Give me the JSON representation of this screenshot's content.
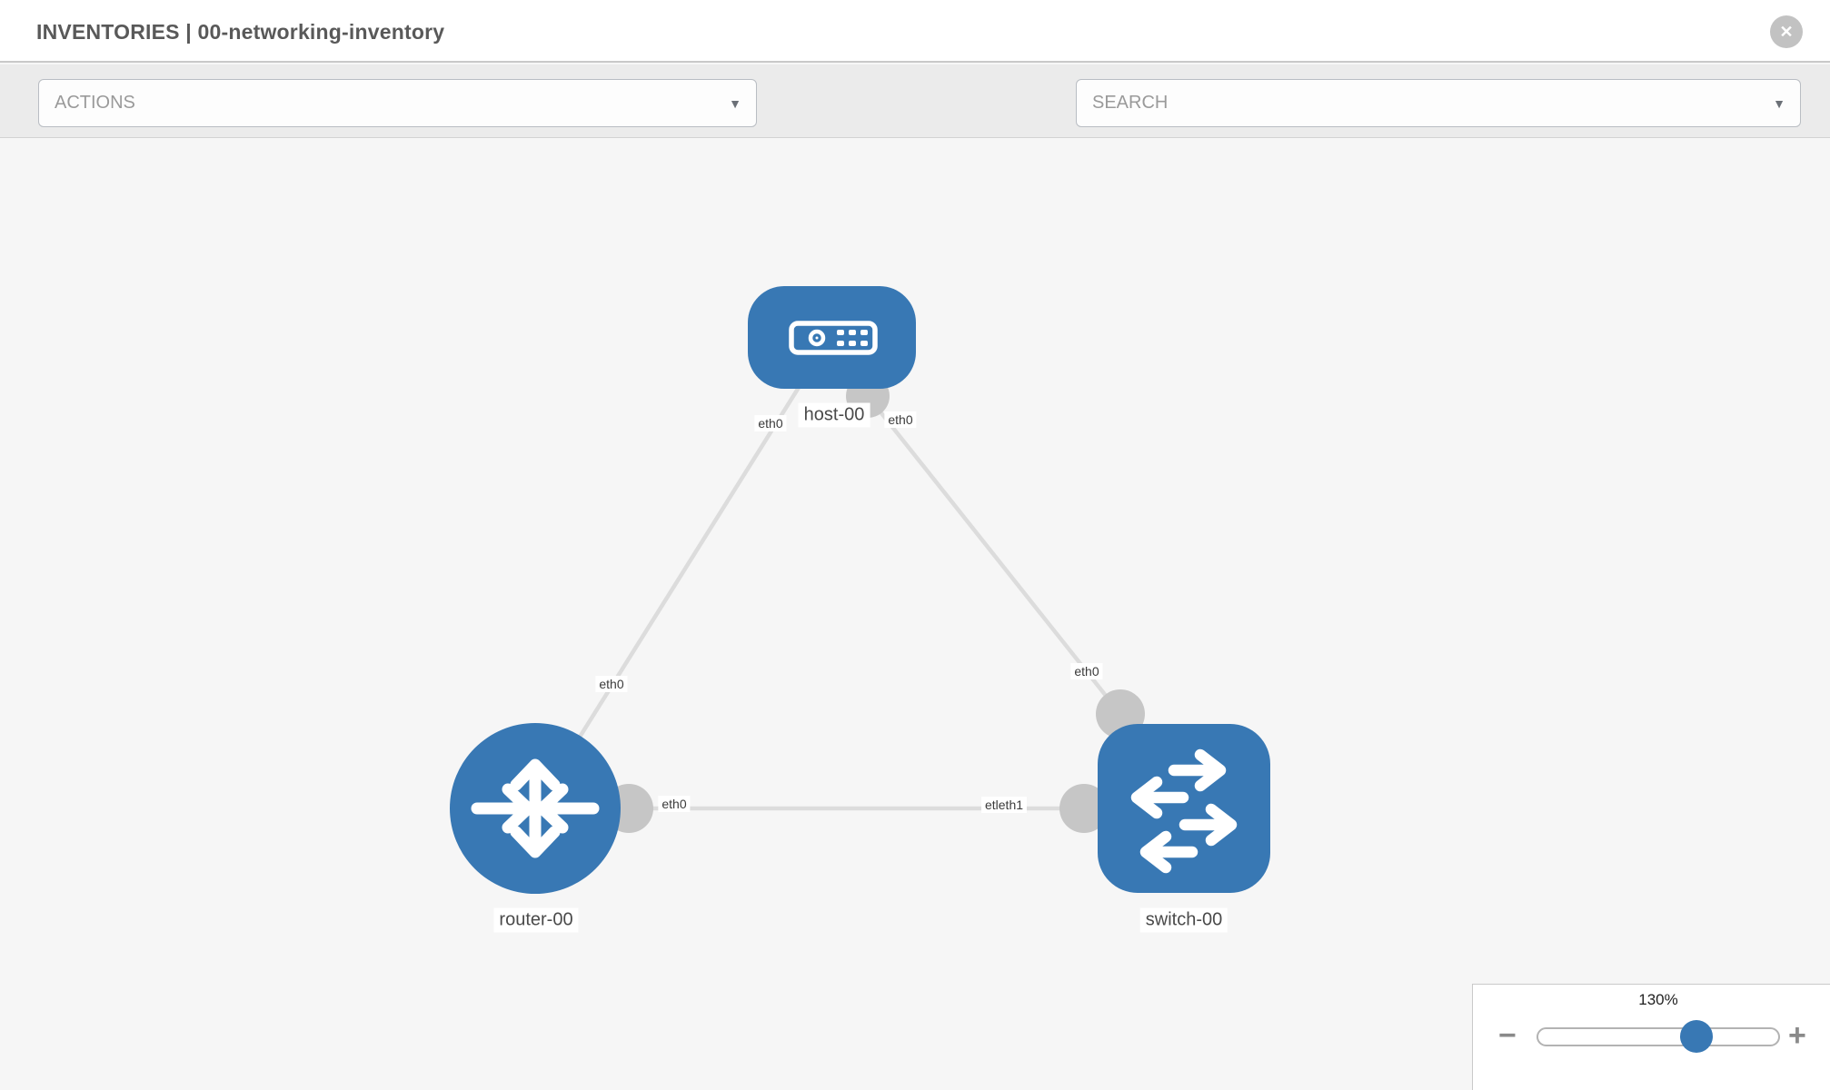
{
  "header": {
    "title": "INVENTORIES | 00-networking-inventory"
  },
  "toolbar": {
    "actions_placeholder": "ACTIONS",
    "search_placeholder": "SEARCH"
  },
  "icons": {
    "close_glyph": "✕",
    "caret_glyph": "▼"
  },
  "topology": {
    "nodes": [
      {
        "label": "host-00",
        "type": "host"
      },
      {
        "label": "router-00",
        "type": "router"
      },
      {
        "label": "switch-00",
        "type": "switch"
      }
    ],
    "links": [
      {
        "from": "host-00",
        "from_interface": "eth0",
        "to": "router-00",
        "to_interface": "eth0"
      },
      {
        "from": "host-00",
        "from_interface": "eth0",
        "to": "switch-00",
        "to_interface": "eth0"
      },
      {
        "from": "router-00",
        "from_interface": "eth0",
        "to": "switch-00",
        "to_interface": "etleth1"
      }
    ]
  },
  "zoom_control": {
    "level": "130%",
    "minus_glyph": "−",
    "plus_glyph": "+"
  },
  "colors": {
    "node_blue": "#3878b4",
    "connector_gray": "#c6c6c6",
    "link_gray": "#dcdcdc"
  }
}
